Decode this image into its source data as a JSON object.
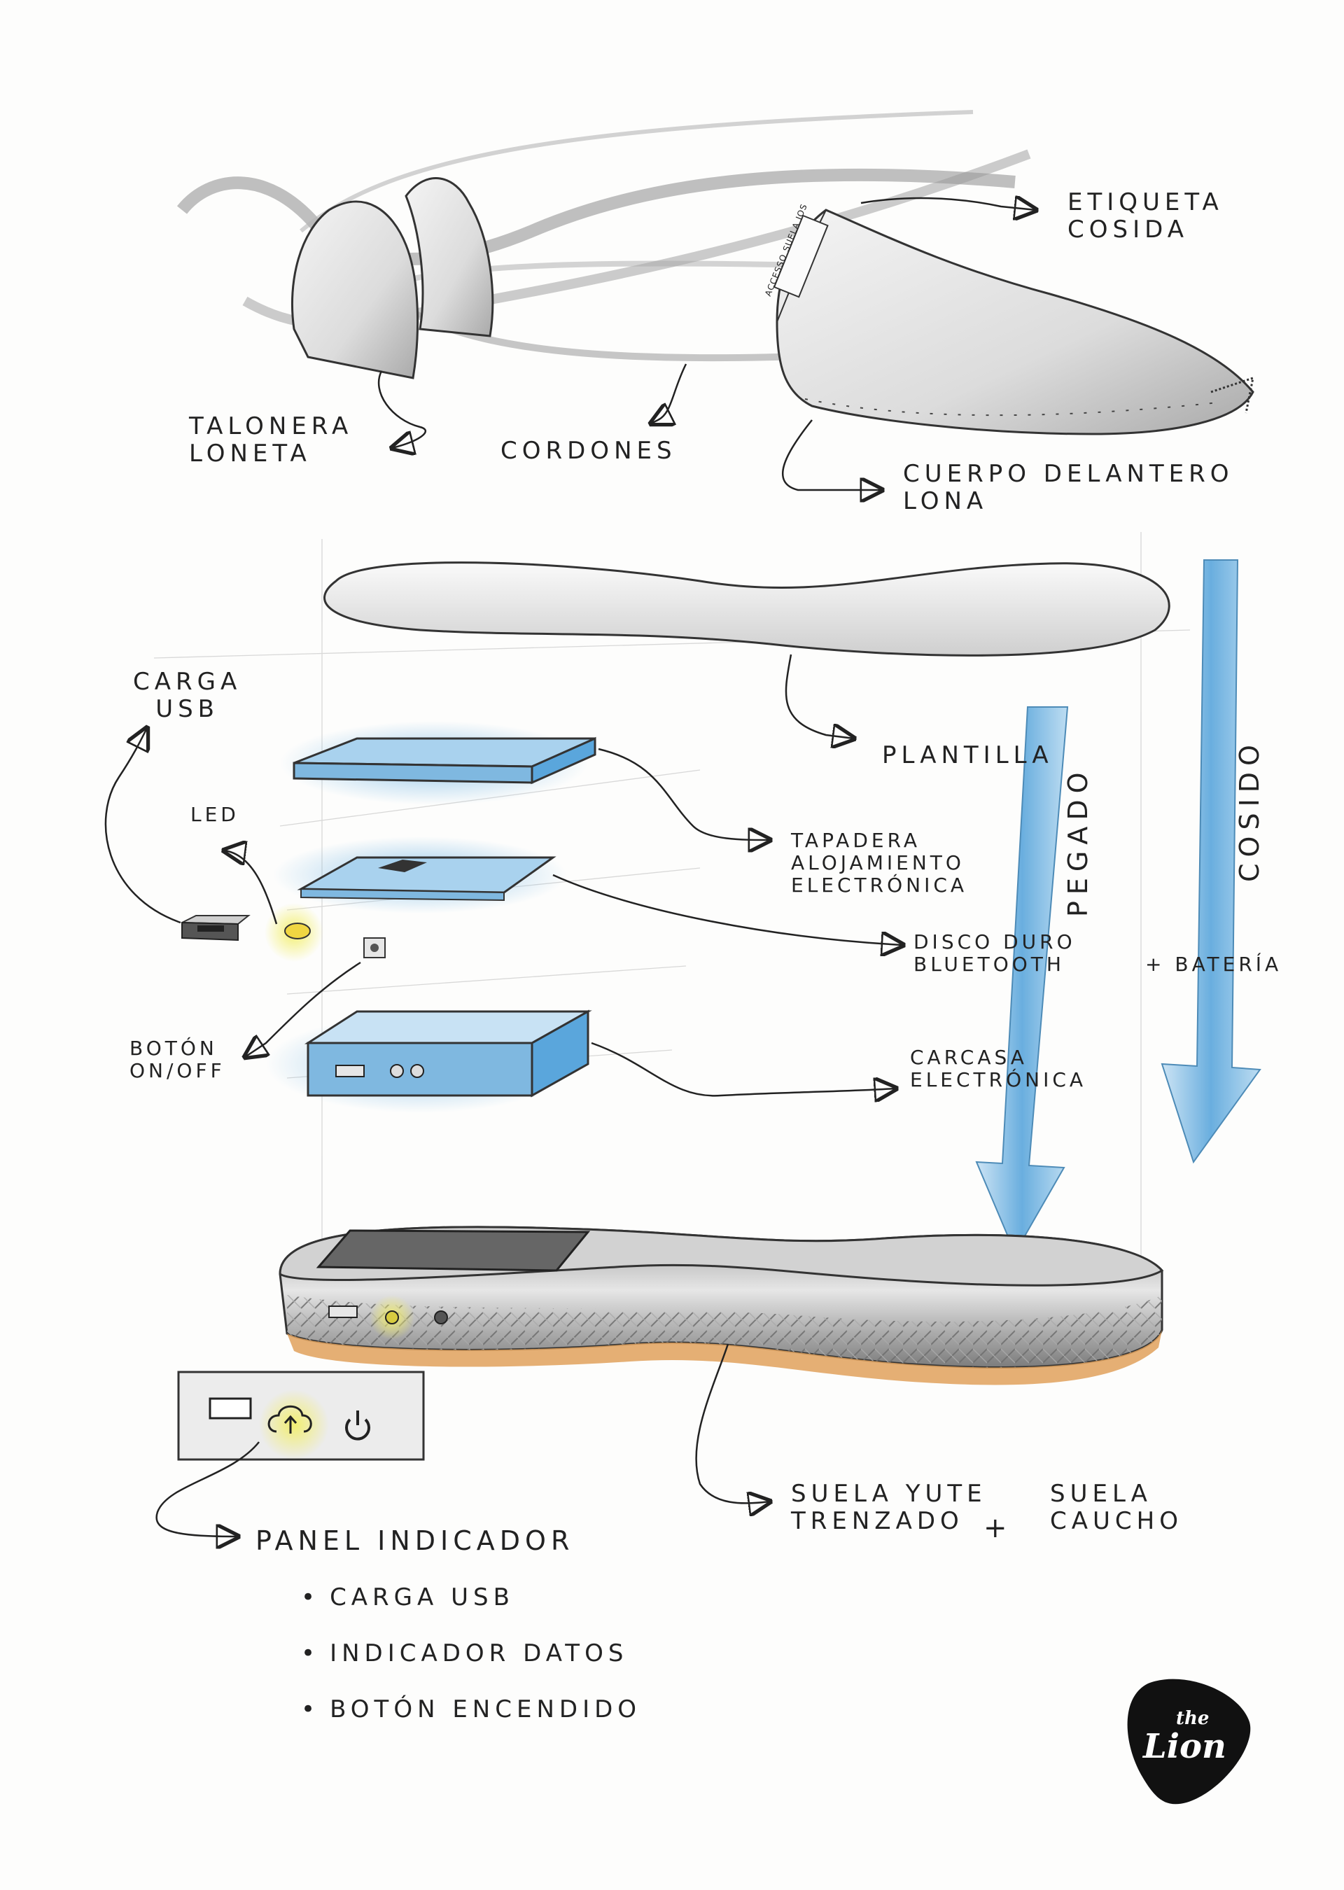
{
  "labels": {
    "talonera_lonet": "TALONERA\nLONETA",
    "cordones": "CORDONES",
    "etiqueta_cosida": "ETIQUETA\nCOSIDA",
    "cuerpo_delantero": "CUERPO DELANTERO\nLONA",
    "plantilla": "PLANTILLA",
    "tapadera": "TAPADERA\nALOJAMIENTO\nELECTRÓNICA",
    "disco_duro": "DISCO DURO\nBLUETOOTH",
    "bateria": "+ BATERÍA",
    "carcasa": "CARCASA\nELECTRÓNICA",
    "carga_usb": "CARGA\nUSB",
    "led": "LED",
    "boton_onoff": "BOTÓN\nON/OFF",
    "pegado": "PEGADO",
    "cosido": "COSIDO",
    "suela_yute": "SUELA YUTE\nTRENZADO",
    "plus": "+",
    "suela_caucho": "SUELA\nCAUCHO",
    "panel_indicador": "PANEL INDICADOR",
    "panel_items": [
      "CARGA USB",
      "INDICADOR DATOS",
      "BOTÓN ENCENDIDO"
    ],
    "tag_text": "ACCESSO SUELA IOS"
  },
  "logo": {
    "small": "the",
    "big": "Lion"
  },
  "colors": {
    "blue": "#5aa6dc",
    "blue_light": "#a9d2ee",
    "yellow_glow": "#f2ee6a",
    "orange_sole": "#e0a15c",
    "ink": "#222222"
  }
}
